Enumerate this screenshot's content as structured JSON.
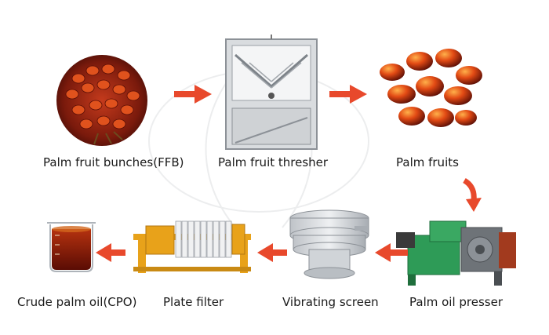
{
  "steps": [
    {
      "label": "Palm fruit bunches(FFB)",
      "icon": "palm-fruit-bunch-image"
    },
    {
      "label": "Palm fruit thresher",
      "icon": "thresher-machine-image"
    },
    {
      "label": "Palm fruits",
      "icon": "palm-fruits-image"
    },
    {
      "label": "Palm oil presser",
      "icon": "oil-press-machine-image"
    },
    {
      "label": "Vibrating screen",
      "icon": "vibrating-screen-image"
    },
    {
      "label": "Plate filter",
      "icon": "plate-filter-image"
    },
    {
      "label": "Crude palm oil(CPO)",
      "icon": "crude-oil-beaker-image"
    }
  ],
  "colors": {
    "arrow": "#e8492c",
    "text": "#1a1a1a",
    "press_green": "#2e9b57",
    "filter_orange": "#e8a21a",
    "oil": "#7a1608"
  }
}
